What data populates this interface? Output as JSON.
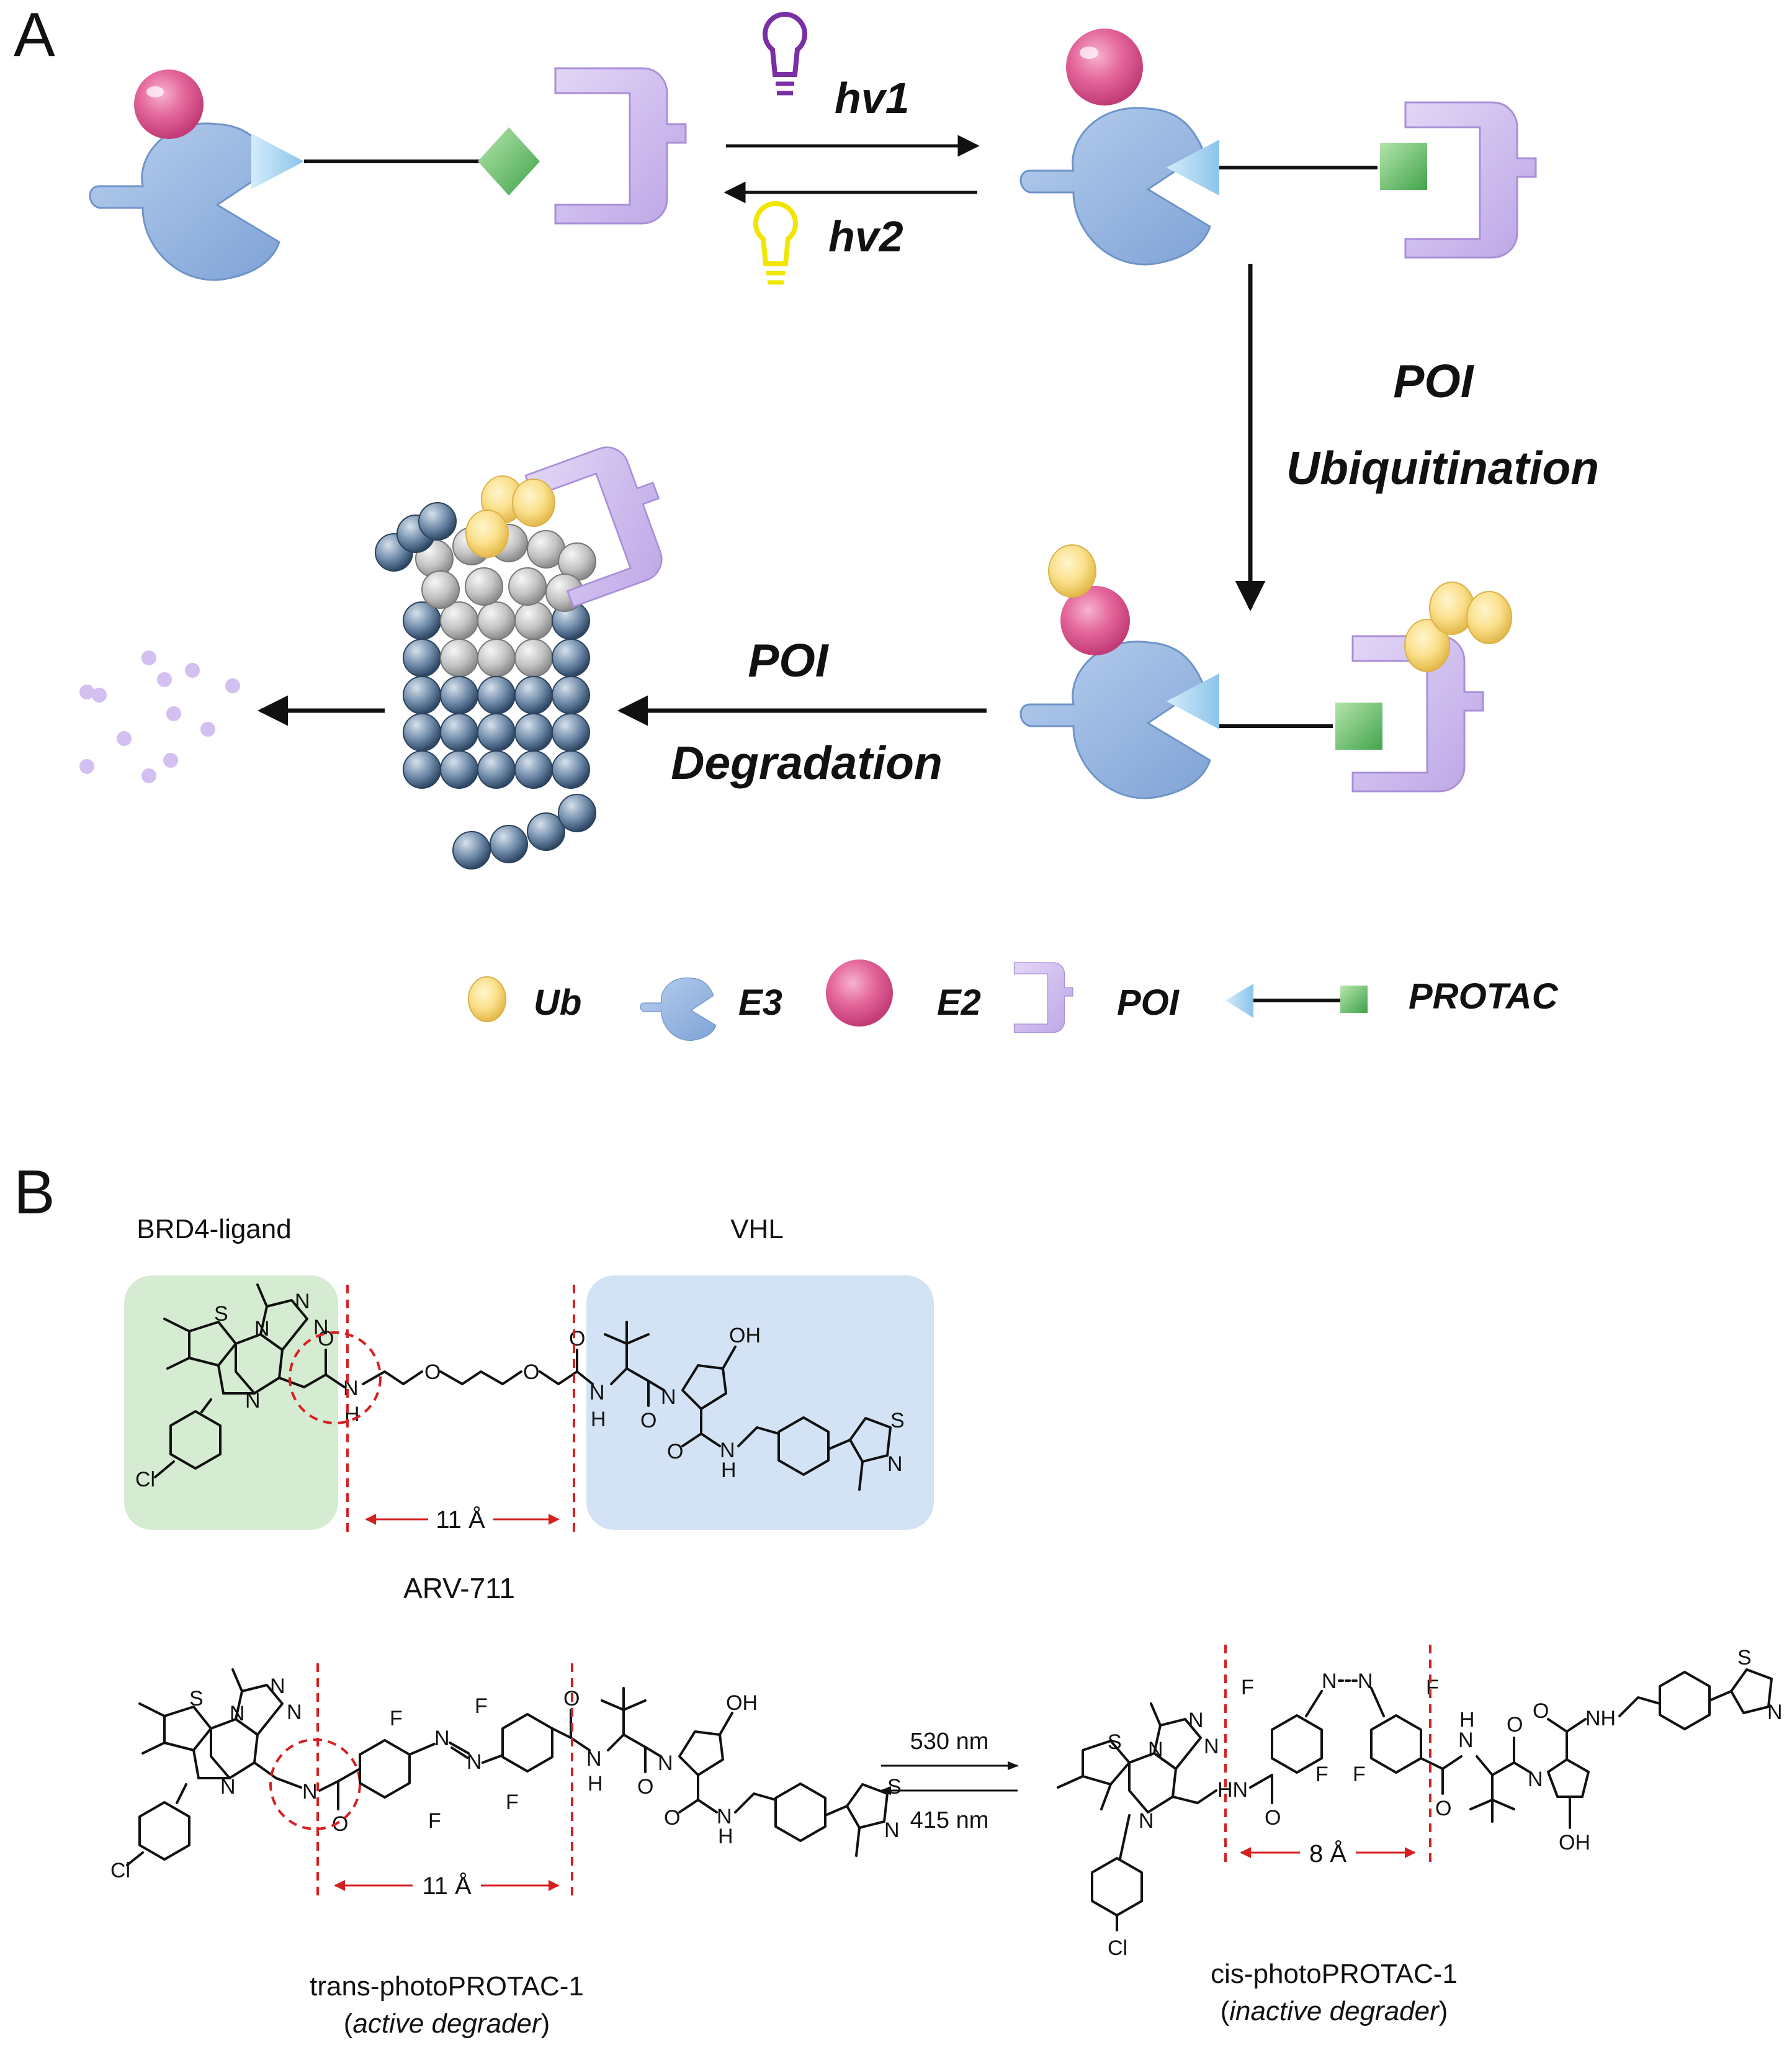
{
  "panelA": {
    "letter": "A",
    "light_forward": "hv1",
    "light_backward": "hv2",
    "step_ubiquitination": [
      "POI",
      "Ubiquitination"
    ],
    "step_degradation": [
      "POI",
      "Degradation"
    ],
    "legend": [
      {
        "key": "ub",
        "label": "Ub"
      },
      {
        "key": "e3",
        "label": "E3"
      },
      {
        "key": "e2",
        "label": "E2"
      },
      {
        "key": "poi",
        "label": "POI"
      },
      {
        "key": "protac",
        "label": "PROTAC"
      }
    ],
    "colors": {
      "e3": "#8fb3e0",
      "e2": "#e4679b",
      "poi": "#c9b6ea",
      "ub": "#fbe08c",
      "ligand_triangle": "#a9d3ef",
      "ligand_square": "#6cc46c",
      "bulb_violet": "#7b2fa4",
      "bulb_yellow": "#f0e600",
      "proteasome_dark": "#3b5878",
      "proteasome_light": "#c9c9c9",
      "fragments": "#d3bff0"
    }
  },
  "panelB": {
    "letter": "B",
    "arv": {
      "label_left": "BRD4-ligand",
      "label_right": "VHL",
      "distance": "11 Å",
      "name": "ARV-711"
    },
    "photo": {
      "forward_wavelength": "530 nm",
      "backward_wavelength": "415 nm",
      "trans_distance": "11 Å",
      "cis_distance": "8 Å",
      "trans_name": "trans-photoPROTAC-1",
      "trans_state_open": "(",
      "trans_state": "active degrader",
      "trans_state_close": ")",
      "cis_name": "cis-photoPROTAC-1",
      "cis_state_open": "(",
      "cis_state": "inactive degrader",
      "cis_state_close": ")"
    },
    "atoms": {
      "S": "S",
      "N": "N",
      "O": "O",
      "H": "H",
      "NH": "NH",
      "HN": "HN",
      "OH": "OH",
      "Cl": "Cl",
      "F": "F"
    },
    "colors": {
      "brd4_box": "#d6ecd2",
      "vhl_box": "#d3e2f5",
      "guide": "#d61f1f"
    }
  }
}
